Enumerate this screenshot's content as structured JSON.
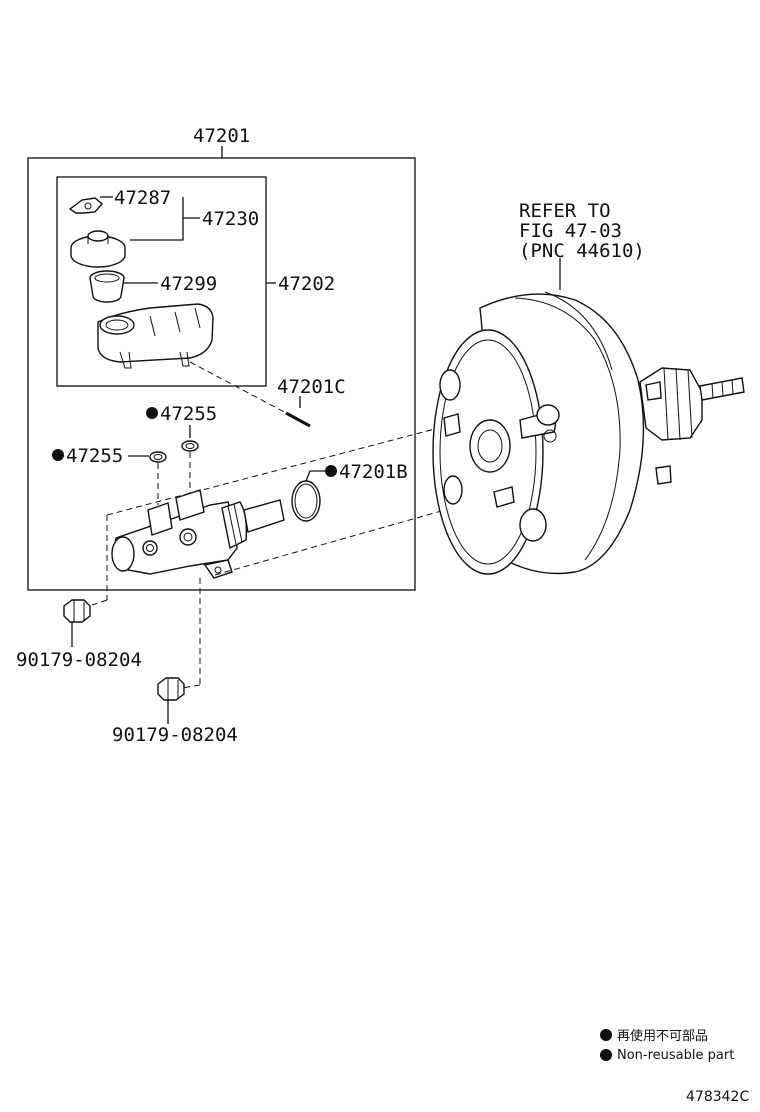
{
  "labels": {
    "assy": "47201",
    "p47287": "47287",
    "p47230": "47230",
    "p47299": "47299",
    "p47202": "47202",
    "p47201c": "47201C",
    "p47255a": "47255",
    "p47255b": "47255",
    "p47201b": "47201B",
    "bolt1": "90179-08204",
    "bolt2": "90179-08204",
    "refer1": "REFER TO",
    "refer2": "FIG 47-03",
    "refer3": "(PNC 44610)"
  },
  "legend": {
    "jp": "再使用不可部品",
    "en": "Non-reusable part"
  },
  "figure_code": "478342C"
}
